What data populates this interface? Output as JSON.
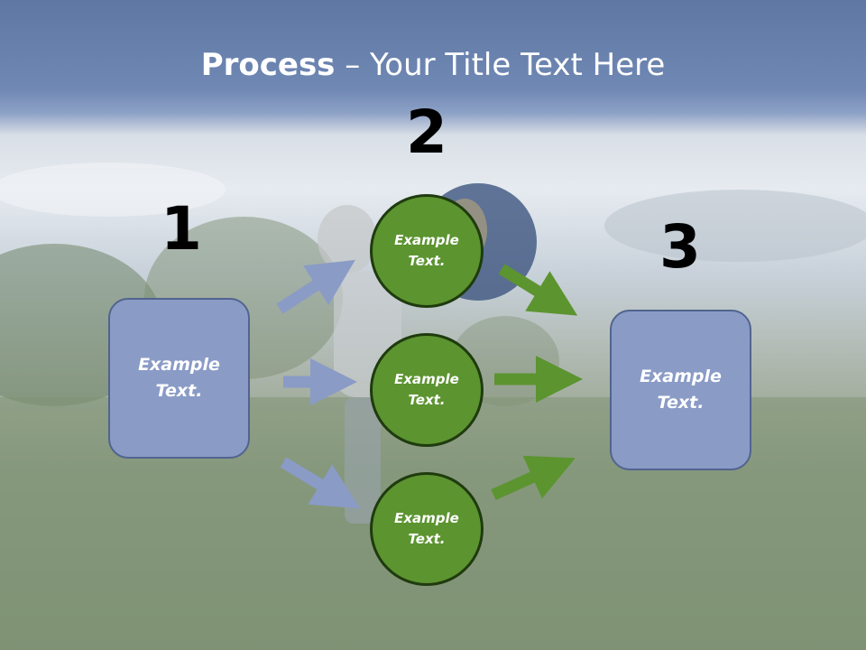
{
  "title": {
    "bold": "Process",
    "rest": " – Your Title Text Here"
  },
  "steps": [
    "1",
    "2",
    "3"
  ],
  "left_box": {
    "line1": "Example",
    "line2": "Text."
  },
  "right_box": {
    "line1": "Example",
    "line2": "Text."
  },
  "circles": [
    {
      "line1": "Example",
      "line2": "Text."
    },
    {
      "line1": "Example",
      "line2": "Text."
    },
    {
      "line1": "Example",
      "line2": "Text."
    }
  ],
  "colors": {
    "box": "#8a9bc6",
    "box_border": "#51648f",
    "circle": "#5c9430",
    "circle_border": "#1f3b0e",
    "arrow_blue": "#8a9bc6",
    "arrow_green": "#5c9430"
  }
}
